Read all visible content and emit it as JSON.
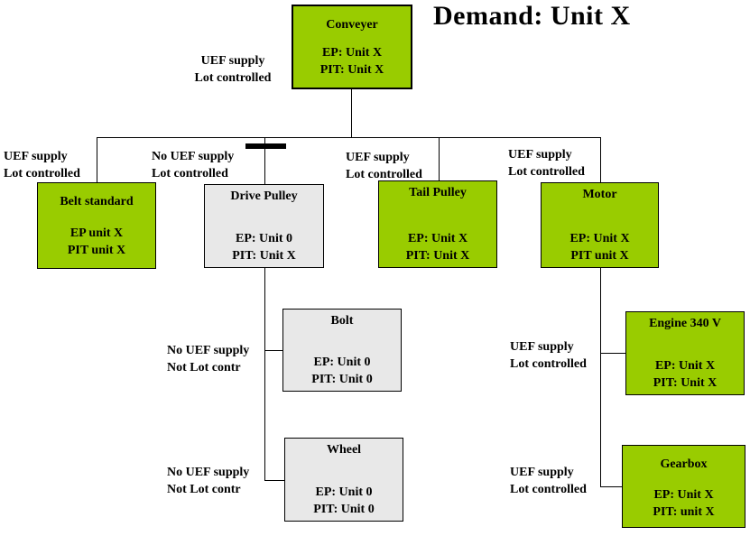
{
  "page_title": "Demand: Unit X",
  "colors": {
    "node_green": "#99CC00",
    "node_gray": "#E8E8E8",
    "line": "#000000",
    "background": "#FFFFFF"
  },
  "nodes": {
    "conveyer": {
      "title": "Conveyer",
      "ep": "EP: Unit X",
      "pit": "PIT: Unit X"
    },
    "belt_standard": {
      "title": "Belt standard",
      "ep": "EP unit X",
      "pit": "PIT unit X"
    },
    "drive_pulley": {
      "title": "Drive Pulley",
      "ep": "EP: Unit 0",
      "pit": "PIT: Unit X"
    },
    "tail_pulley": {
      "title": "Tail Pulley",
      "ep": "EP: Unit X",
      "pit": "PIT: Unit X"
    },
    "motor": {
      "title": "Motor",
      "ep": "EP: Unit X",
      "pit": "PIT unit X"
    },
    "bolt": {
      "title": "Bolt",
      "ep": "EP: Unit 0",
      "pit": "PIT: Unit 0"
    },
    "wheel": {
      "title": "Wheel",
      "ep": "EP: Unit 0",
      "pit": "PIT: Unit 0"
    },
    "engine_340v": {
      "title": "Engine 340 V",
      "ep": "EP: Unit X",
      "pit": "PIT: Unit X"
    },
    "gearbox": {
      "title": "Gearbox",
      "ep": "EP: Unit X",
      "pit": "PIT: unit X"
    }
  },
  "edge_labels": {
    "conveyer_supply": {
      "line1": "UEF supply",
      "line2": "Lot controlled"
    },
    "belt_standard": {
      "line1": "UEF supply",
      "line2": "Lot controlled"
    },
    "drive_pulley": {
      "line1": "No UEF supply",
      "line2": "Lot controlled"
    },
    "tail_pulley": {
      "line1": "UEF supply",
      "line2": "Lot controlled"
    },
    "motor": {
      "line1": "UEF supply",
      "line2": "Lot controlled"
    },
    "bolt": {
      "line1": "No UEF supply",
      "line2": "Not Lot contr"
    },
    "wheel": {
      "line1": "No UEF supply",
      "line2": "Not Lot contr"
    },
    "engine_340v": {
      "line1": "UEF supply",
      "line2": "Lot controlled"
    },
    "gearbox": {
      "line1": "UEF supply",
      "line2": "Lot controlled"
    }
  }
}
